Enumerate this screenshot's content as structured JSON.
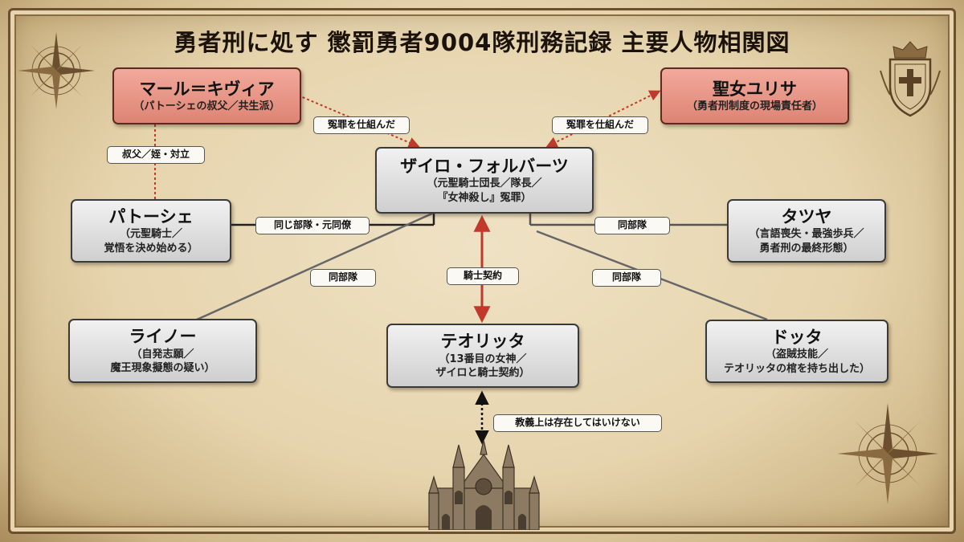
{
  "title": "勇者刑に処す 懲罰勇者9004隊刑務記録 主要人物相関図",
  "nodes": {
    "marl": {
      "name": "マール＝キヴィア",
      "sub1": "（パトーシェの叔父／共生派）",
      "sub2": ""
    },
    "lyusa": {
      "name": "聖女ユリサ",
      "sub1": "（勇者刑制度の現場責任者）",
      "sub2": ""
    },
    "xylo": {
      "name": "ザイロ・フォルバーツ",
      "sub1": "（元聖騎士団長／隊長／",
      "sub2": "『女神殺し』冤罪）"
    },
    "patausche": {
      "name": "パトーシェ",
      "sub1": "（元聖騎士／",
      "sub2": "覚悟を決め始める）"
    },
    "tatsuya": {
      "name": "タツヤ",
      "sub1": "（言語喪失・最強歩兵／",
      "sub2": "勇者刑の最終形態）"
    },
    "rhyno": {
      "name": "ライノー",
      "sub1": "（自発志願／",
      "sub2": "魔王現象擬態の疑い）"
    },
    "teoritta": {
      "name": "テオリッタ",
      "sub1": "（13番目の女神／",
      "sub2": "ザイロと騎士契約）"
    },
    "dotta": {
      "name": "ドッタ",
      "sub1": "（盗賊技能／",
      "sub2": "テオリッタの棺を持ち出した）"
    }
  },
  "edges": {
    "marl_xylo": "冤罪を仕組んだ",
    "lyusa_xylo": "冤罪を仕組んだ",
    "marl_patausche": "叔父／姪・対立",
    "patausche_xylo": "同じ部隊・元同僚",
    "tatsuya_xylo": "同部隊",
    "rhyno_xylo": "同部隊",
    "dotta_xylo": "同部隊",
    "xylo_teoritta": "騎士契約",
    "teoritta_church": "教義上は存在してはいけない"
  },
  "icons": [
    "compass-rose-icon",
    "crest-icon",
    "cathedral-icon"
  ],
  "colors": {
    "danger": "#c0392b",
    "line": "#555555",
    "red_box": "#e8907f",
    "gray_box": "#dcdcdc"
  }
}
